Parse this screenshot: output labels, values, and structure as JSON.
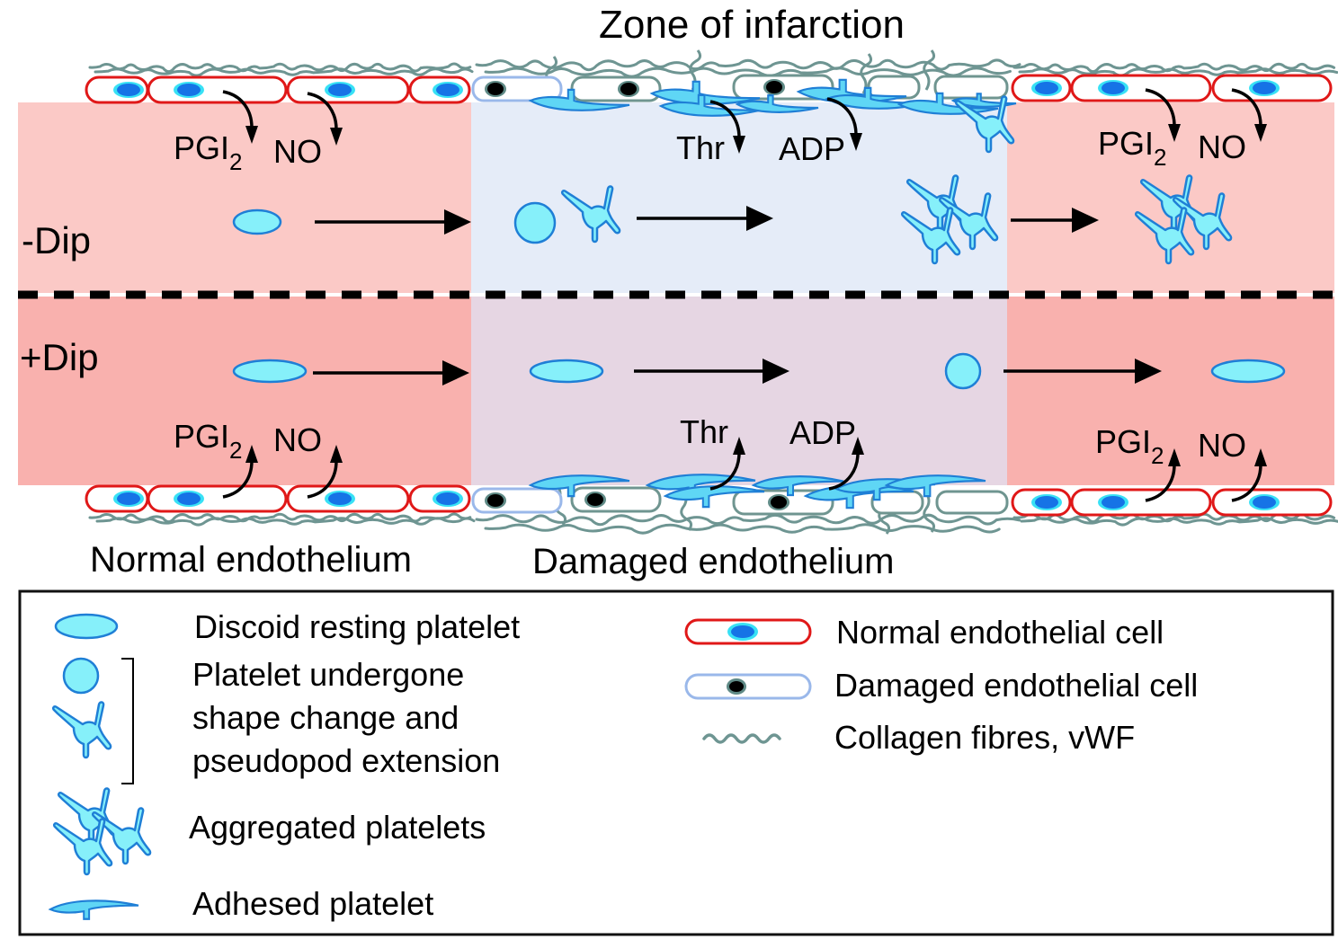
{
  "title": "Zone of infarction",
  "zones": {
    "normal_label": "Normal endothelium",
    "damaged_label": "Damaged endothelium"
  },
  "rows": [
    {
      "id": "minus-dip",
      "label": "-Dip",
      "normal_left": {
        "mediator_1_main": "PGI",
        "mediator_1_sub": "2",
        "mediator_2": "NO",
        "flow_platelet": "discoid"
      },
      "damaged": {
        "mediator_1": "Thr",
        "mediator_2": "ADP",
        "flow_platelets": [
          "shape-changed",
          "pseudopod"
        ],
        "downstream": "aggregated"
      },
      "normal_right": {
        "mediator_1_main": "PGI",
        "mediator_1_sub": "2",
        "mediator_2": "NO",
        "flow_platelet": "aggregated"
      }
    },
    {
      "id": "plus-dip",
      "label": "+Dip",
      "normal_left": {
        "mediator_1_main": "PGI",
        "mediator_1_sub": "2",
        "mediator_2": "NO",
        "flow_platelet": "discoid"
      },
      "damaged": {
        "mediator_1": "Thr",
        "mediator_2": "ADP",
        "flow_platelets": [
          "discoid"
        ],
        "downstream": "shape-changed"
      },
      "normal_right": {
        "mediator_1_main": "PGI",
        "mediator_1_sub": "2",
        "mediator_2": "NO",
        "flow_platelet": "discoid"
      }
    }
  ],
  "legend": {
    "left": [
      {
        "icon": "discoid-platelet-icon",
        "label": "Discoid resting platelet"
      },
      {
        "icon": "shape-changed-platelet-icon",
        "label_lines": [
          "Platelet undergone",
          "shape change and",
          "pseudopod extension"
        ]
      },
      {
        "icon": "aggregated-platelets-icon",
        "label": "Aggregated platelets"
      },
      {
        "icon": "adhesed-platelet-icon",
        "label": "Adhesed platelet"
      }
    ],
    "right": [
      {
        "icon": "normal-endothelial-cell-icon",
        "label": "Normal endothelial cell"
      },
      {
        "icon": "damaged-endothelial-cell-icon",
        "label": "Damaged endothelial cell"
      },
      {
        "icon": "collagen-fibre-icon",
        "label": "Collagen fibres, vWF"
      }
    ]
  },
  "colors": {
    "normal_bg_top": "#fbc9c6",
    "normal_bg_bottom": "#f9b1ae",
    "damaged_bg_top": "#e5ecf8",
    "damaged_bg_bottom": "#e6d6e3",
    "platelet_fill": "#86f0fa",
    "platelet_stroke": "#1f7fd6",
    "normal_cell_stroke": "#e01818",
    "normal_nucleus": "#1673e6",
    "normal_nucleus_halo": "#38e1f5",
    "damaged_cell_stroke_light": "#9ab8ea",
    "damaged_cell_stroke": "#6f9590",
    "collagen": "#6e9592",
    "adhesed_fill": "#5fd6f5"
  }
}
